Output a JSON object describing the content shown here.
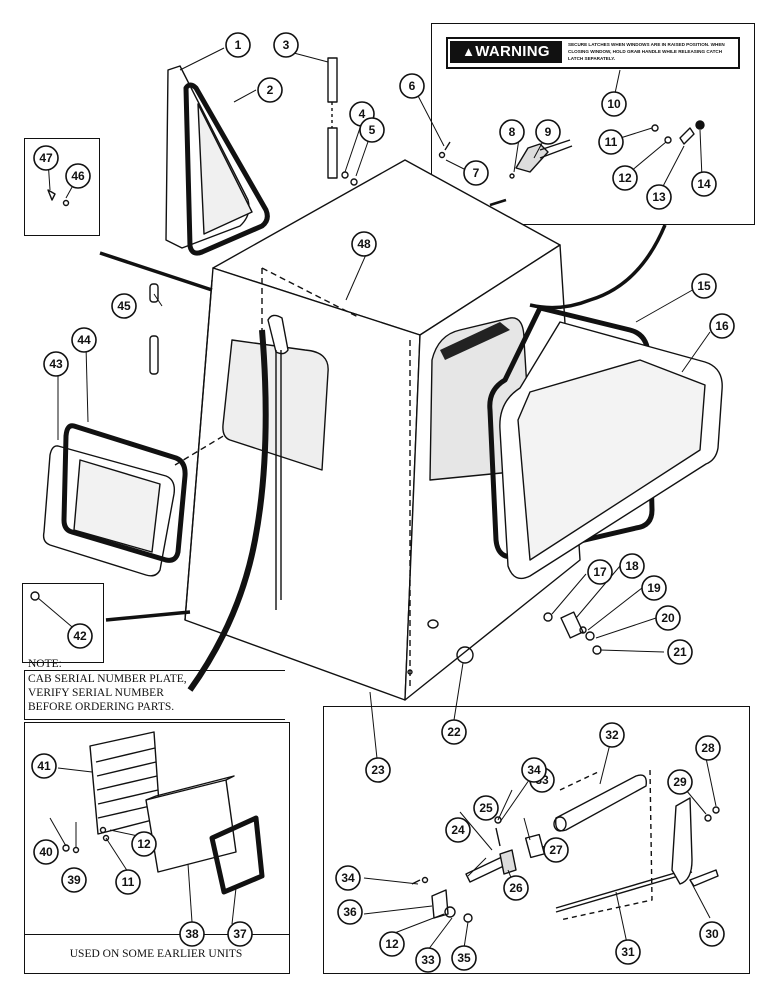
{
  "warning": {
    "heading": "WARNING",
    "text": "SECURE LATCHES WHEN WINDOWS ARE IN RAISED POSITION. WHEN CLOSING WINDOW, HOLD GRAB HANDLE WHILE RELEASING CATCH LATCH SEPARATELY."
  },
  "note": {
    "title": "NOTE:",
    "lines": [
      "CAB SERIAL NUMBER PLATE,",
      "VERIFY SERIAL NUMBER",
      "BEFORE ORDERING PARTS."
    ]
  },
  "earlier_units_caption": "USED ON SOME EARLIER UNITS",
  "callouts": [
    "1",
    "2",
    "3",
    "4",
    "5",
    "6",
    "7",
    "8",
    "9",
    "10",
    "11",
    "12",
    "13",
    "14",
    "15",
    "16",
    "17",
    "18",
    "19",
    "20",
    "21",
    "22",
    "23",
    "24",
    "25",
    "26",
    "27",
    "28",
    "29",
    "30",
    "31",
    "32",
    "33",
    "34",
    "35",
    "36",
    "37",
    "38",
    "39",
    "40",
    "41",
    "42",
    "43",
    "44",
    "45",
    "46",
    "47",
    "48",
    "11",
    "12",
    "12",
    "33",
    "34"
  ],
  "colors": {
    "ink": "#111111",
    "paper": "#ffffff",
    "glass": "#e9e9e9"
  }
}
